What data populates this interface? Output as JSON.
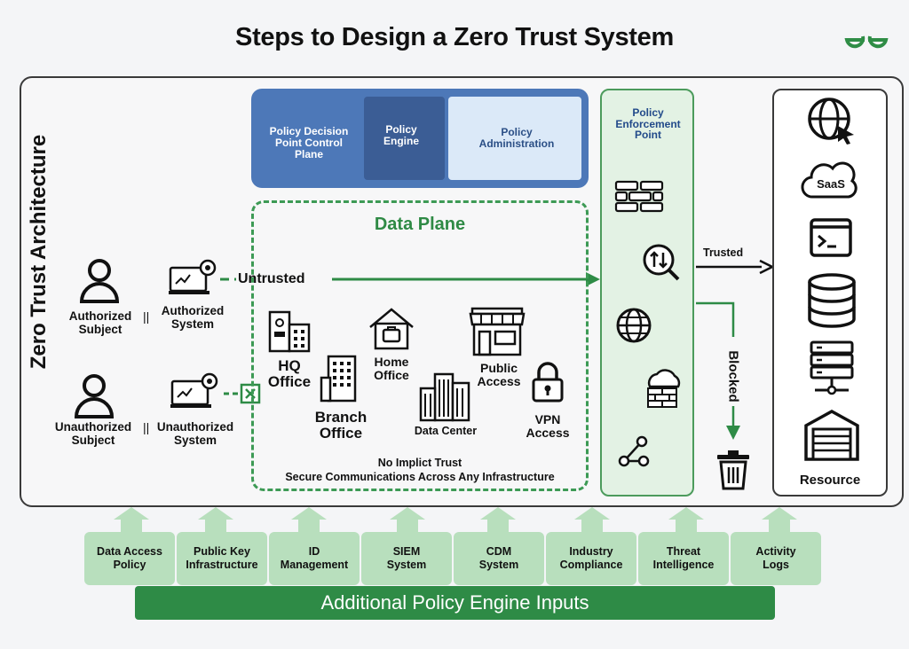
{
  "title": "Steps to Design a Zero Trust System",
  "logo_text": "GfG",
  "vertical_title": "Zero Trust Architecture",
  "subjects": {
    "authorized_subject": [
      "Authorized",
      "Subject"
    ],
    "authorized_system": [
      "Authorized",
      "System"
    ],
    "unauthorized_subject": [
      "Unauthorized",
      "Subject"
    ],
    "unauthorized_system": [
      "Unauthorized",
      "System"
    ]
  },
  "control_plane": {
    "pdp": [
      "Policy Decision",
      "Point Control",
      "Plane"
    ],
    "engine": [
      "Policy",
      "Engine"
    ],
    "admin": [
      "Policy",
      "Administration"
    ]
  },
  "data_plane": {
    "title": "Data Plane",
    "untrusted": "Untrusted",
    "hq": [
      "HQ",
      "Office"
    ],
    "branch": [
      "Branch",
      "Office"
    ],
    "home": [
      "Home",
      "Office"
    ],
    "data_center": "Data Center",
    "public": [
      "Public",
      "Access"
    ],
    "vpn": [
      "VPN",
      "Access"
    ],
    "footer": [
      "No Implict Trust",
      "Secure Communications Across Any Infrastructure"
    ]
  },
  "pep": {
    "label": [
      "Policy",
      "Enforcement",
      "Point"
    ],
    "trusted": "Trusted",
    "blocked": "Blocked"
  },
  "resource": {
    "label": "Resource",
    "saas": "SaaS"
  },
  "inputs": [
    [
      "Data Access",
      "Policy"
    ],
    [
      "Public Key",
      "Infrastructure"
    ],
    [
      "ID",
      "Management"
    ],
    [
      "SIEM",
      "System"
    ],
    [
      "CDM",
      "System"
    ],
    [
      "Industry",
      "Compliance"
    ],
    [
      "Threat",
      "Intelligence"
    ],
    [
      "Activity",
      "Logs"
    ]
  ],
  "inputs_bar": "Additional Policy Engine Inputs",
  "colors": {
    "green": "#2e8b46",
    "light_green": "#b8dfbd",
    "blue": "#4d78b8",
    "dark_blue": "#3b5d95"
  }
}
